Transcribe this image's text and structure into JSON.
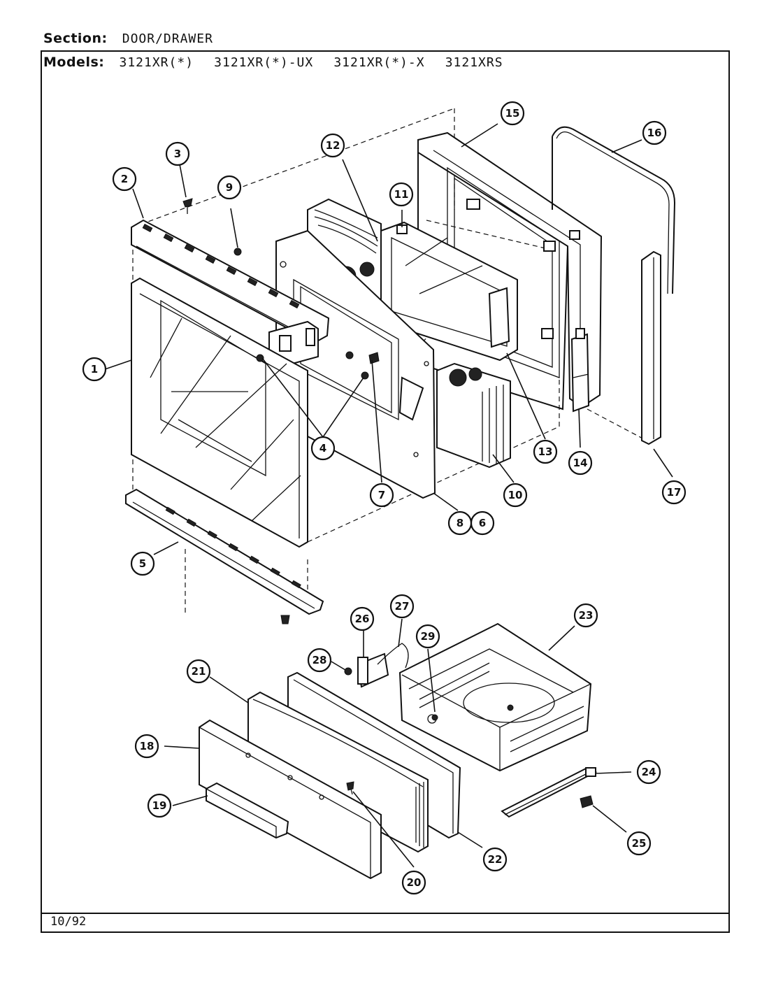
{
  "header": {
    "section_label": "Section:",
    "section_value": "DOOR/DRAWER",
    "models_label": "Models:",
    "models": [
      "3121XR(*)",
      "3121XR(*)-UX",
      "3121XR(*)-X",
      "3121XRS"
    ]
  },
  "footer": {
    "date": "10/92"
  },
  "callouts": [
    {
      "id": "1",
      "label": "1"
    },
    {
      "id": "2",
      "label": "2"
    },
    {
      "id": "3",
      "label": "3"
    },
    {
      "id": "4",
      "label": "4"
    },
    {
      "id": "5",
      "label": "5"
    },
    {
      "id": "6",
      "label": "6"
    },
    {
      "id": "7",
      "label": "7"
    },
    {
      "id": "8",
      "label": "8"
    },
    {
      "id": "9",
      "label": "9"
    },
    {
      "id": "10",
      "label": "10"
    },
    {
      "id": "11",
      "label": "11"
    },
    {
      "id": "12",
      "label": "12"
    },
    {
      "id": "13",
      "label": "13"
    },
    {
      "id": "14",
      "label": "14"
    },
    {
      "id": "15",
      "label": "15"
    },
    {
      "id": "16",
      "label": "16"
    },
    {
      "id": "17",
      "label": "17"
    },
    {
      "id": "18",
      "label": "18"
    },
    {
      "id": "19",
      "label": "19"
    },
    {
      "id": "20",
      "label": "20"
    },
    {
      "id": "21",
      "label": "21"
    },
    {
      "id": "22",
      "label": "22"
    },
    {
      "id": "23",
      "label": "23"
    },
    {
      "id": "24",
      "label": "24"
    },
    {
      "id": "25",
      "label": "25"
    },
    {
      "id": "26",
      "label": "26"
    },
    {
      "id": "27",
      "label": "27"
    },
    {
      "id": "28",
      "label": "28"
    },
    {
      "id": "29",
      "label": "29"
    }
  ]
}
